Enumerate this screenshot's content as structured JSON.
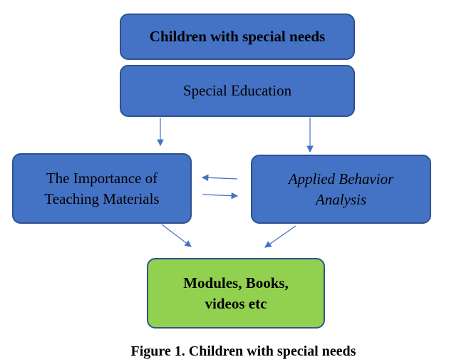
{
  "nodes": {
    "children": "Children with special needs",
    "special_education": "Special Education",
    "teaching_materials": "The Importance of Teaching Materials",
    "aba": "Applied Behavior Analysis",
    "modules": "Modules, Books, videos etc"
  },
  "caption": "Figure 1. Children with special needs",
  "colors": {
    "box": "#4472C4",
    "border": "#2F528F",
    "output": "#92D050",
    "arrow": "#4472C4"
  }
}
